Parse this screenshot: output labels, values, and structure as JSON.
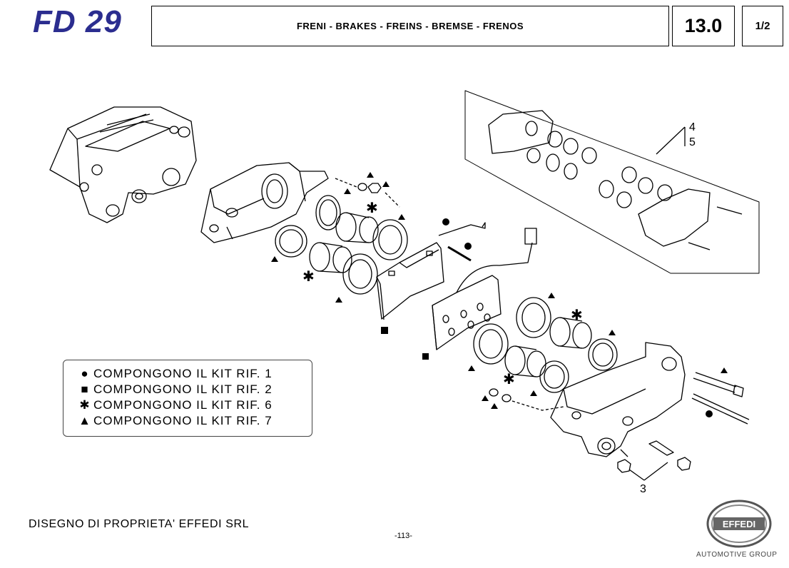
{
  "header": {
    "model": "FD 29",
    "title": "FRENI - BRAKES - FREINS - BREMSE - FRENOS",
    "section": "13.0",
    "page": "1/2"
  },
  "legend": {
    "items": [
      {
        "symbol": "●",
        "text": "COMPONGONO IL KIT RIF. 1"
      },
      {
        "symbol": "■",
        "text": "COMPONGONO IL KIT RIF. 2"
      },
      {
        "symbol": "✱",
        "text": "COMPONGONO IL KIT RIF. 6"
      },
      {
        "symbol": "▲",
        "text": "COMPONGONO IL KIT RIF. 7"
      }
    ]
  },
  "callouts": {
    "ref_3": "3",
    "ref_4": "4",
    "ref_5": "5"
  },
  "footer": {
    "owner": "DISEGNO DI PROPRIETA' EFFEDI SRL",
    "page_number": "-113-",
    "logo_text": "EFFEDI",
    "tagline": "AUTOMOTIVE GROUP"
  },
  "colors": {
    "brand_blue": "#2b2d8f",
    "line": "#000000"
  }
}
